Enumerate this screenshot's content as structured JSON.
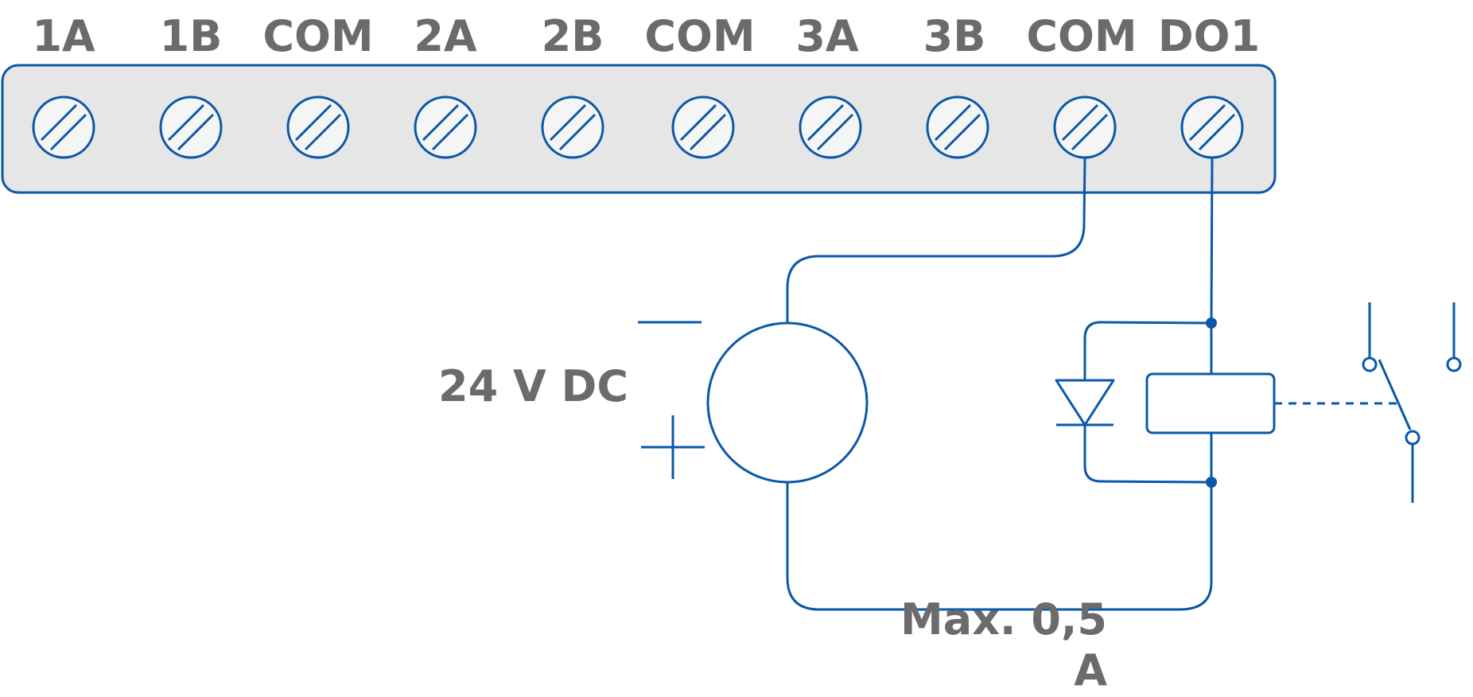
{
  "terminals": [
    {
      "label": "1A"
    },
    {
      "label": "1B"
    },
    {
      "label": "COM"
    },
    {
      "label": "2A"
    },
    {
      "label": "2B"
    },
    {
      "label": "COM"
    },
    {
      "label": "3A"
    },
    {
      "label": "3B"
    },
    {
      "label": "COM"
    },
    {
      "label": "DO1"
    }
  ],
  "supply": {
    "label": "24 V DC"
  },
  "current_limit": {
    "line1": "Max. 0,5",
    "line2": "A"
  },
  "colors": {
    "wire": "#0a58a8",
    "block_fill": "#e6e6e6",
    "screw_fill": "#f5f5f5",
    "text": "#6b6b6b"
  }
}
